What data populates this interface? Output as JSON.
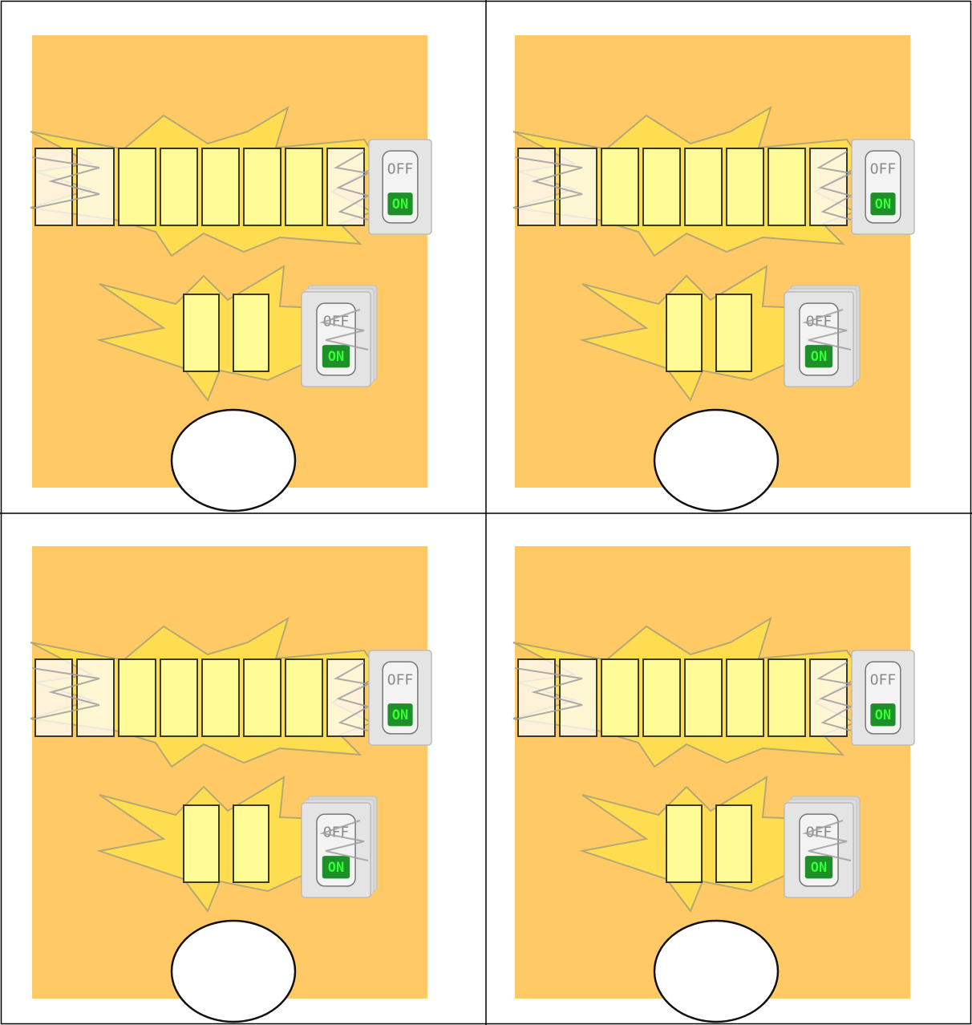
{
  "colors": {
    "background": "#ffffff",
    "grid_line": "#000000",
    "board": "#ffc965",
    "burst_fill": "#ffe14d",
    "burst_stroke": "#b5a873",
    "bulb_fill": "#ffff9e",
    "bulb_unlit_fill": "#ffffff",
    "bulb_stroke": "#3a3a2a",
    "switch_plate": "#e4e4e4",
    "switch_off_text": "#8a8a8a",
    "switch_on_text": "#33ff33",
    "switch_on_bg": "#1f8f2a",
    "egg_fill": "#ffffff",
    "egg_stroke": "#111111"
  },
  "icons": [
    "light-burst-icon",
    "toggle-switch-icon",
    "oval-shape-icon"
  ],
  "switch_labels": {
    "off": "OFF",
    "on": "ON"
  },
  "panels": [
    {
      "name": "panel-top-left",
      "top_row_bulbs": 8,
      "bottom_row_bulbs": 2
    },
    {
      "name": "panel-top-right",
      "top_row_bulbs": 8,
      "bottom_row_bulbs": 2
    },
    {
      "name": "panel-bottom-left",
      "top_row_bulbs": 8,
      "bottom_row_bulbs": 2
    },
    {
      "name": "panel-bottom-right",
      "top_row_bulbs": 8,
      "bottom_row_bulbs": 2
    }
  ]
}
